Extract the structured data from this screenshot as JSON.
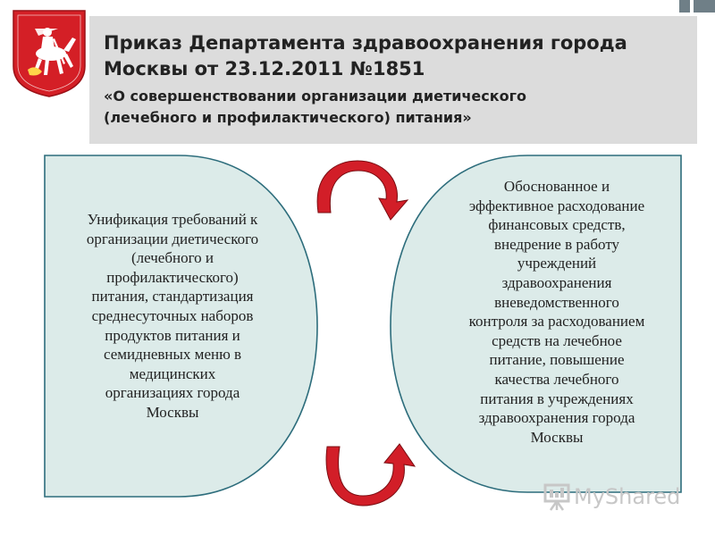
{
  "header": {
    "title_line1": "Приказ Департамента здравоохранения города",
    "title_line2": "Москвы от 23.12.2011 №1851",
    "subtitle_line1": "«О совершенствовании организации диетического",
    "subtitle_line2": "(лечебного и профилактического) питания»"
  },
  "left_shape": {
    "lines": [
      "Унификация требований к",
      "организации диетического",
      "(лечебного и",
      "профилактического)",
      "питания, стандартизация",
      "среднесуточных наборов",
      "продуктов питания и",
      "семидневных меню в",
      "медицинских",
      "организациях города",
      "Москвы"
    ]
  },
  "right_shape": {
    "lines": [
      "Обоснованное и",
      "эффективное расходование",
      "финансовых средств,",
      "внедрение в работу",
      "учреждений",
      "здравоохранения",
      "вневедомственного",
      "контроля за расходованием",
      "средств на лечебное",
      "питание, повышение",
      "качества лечебного",
      "питания в учреждениях",
      "здравоохранения города",
      "Москвы"
    ]
  },
  "watermark": {
    "text": "MyShared"
  },
  "colors": {
    "shape_fill": "#dcebe9",
    "shape_stroke": "#2d6d7c",
    "arrow_red": "#d21e28",
    "title_bg": "#dcdcdc",
    "emblem_red": "#d41f26"
  },
  "icons": {
    "emblem": "moscow-coat-of-arms-icon",
    "arrow_top": "curved-arrow-clockwise-icon",
    "arrow_bottom": "curved-arrow-counterclockwise-icon",
    "watermark_icon": "presentation-board-icon"
  }
}
